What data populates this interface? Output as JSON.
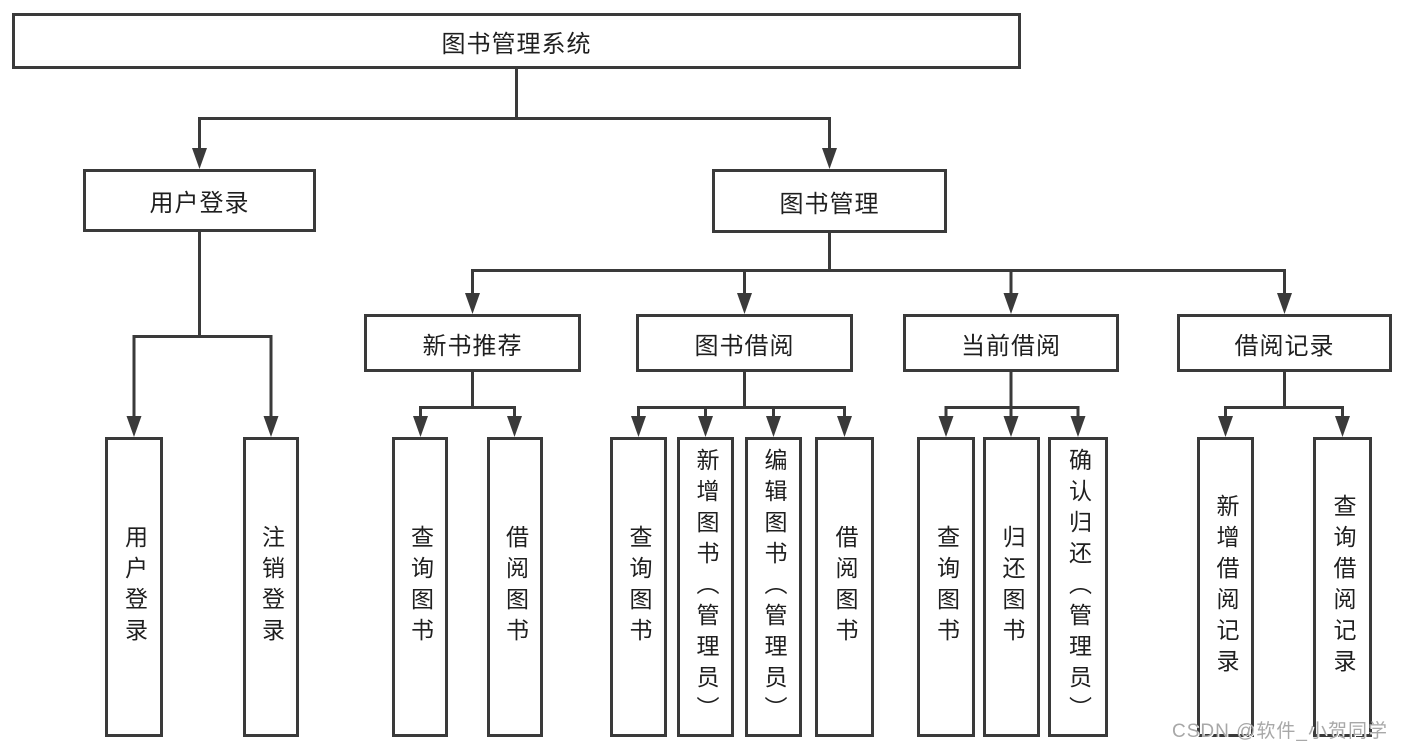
{
  "colors": {
    "line": "#3a3a3a",
    "text": "#1f1f1f",
    "box_fill": "#ffffff",
    "background": "#ffffff",
    "watermark": "#a8a8a8"
  },
  "watermark": {
    "text": "CSDN @软件_小贺同学"
  },
  "tree": {
    "root": {
      "label": "图书管理系统",
      "children": [
        {
          "label": "用户登录",
          "children": [
            {
              "label": "用户登录"
            },
            {
              "label": "注销登录"
            }
          ]
        },
        {
          "label": "图书管理",
          "children": [
            {
              "label": "新书推荐",
              "children": [
                {
                  "label": "查询图书"
                },
                {
                  "label": "借阅图书"
                }
              ]
            },
            {
              "label": "图书借阅",
              "children": [
                {
                  "label": "查询图书"
                },
                {
                  "label": "新增图书（管理员）"
                },
                {
                  "label": "编辑图书（管理员）"
                },
                {
                  "label": "借阅图书"
                }
              ]
            },
            {
              "label": "当前借阅",
              "children": [
                {
                  "label": "查询图书"
                },
                {
                  "label": "归还图书"
                },
                {
                  "label": "确认归还（管理员）"
                }
              ]
            },
            {
              "label": "借阅记录",
              "children": [
                {
                  "label": "新增借阅记录"
                },
                {
                  "label": "查询借阅记录"
                }
              ]
            }
          ]
        }
      ]
    }
  }
}
